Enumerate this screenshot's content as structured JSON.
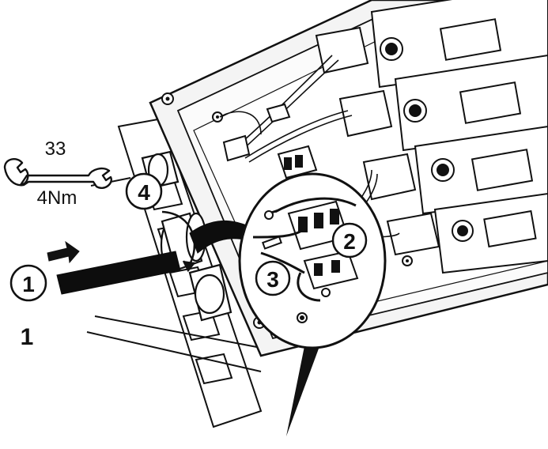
{
  "figure": {
    "label": "1",
    "wrench": {
      "size": "33",
      "torque": "4Nm"
    },
    "steps": [
      "1",
      "2",
      "3",
      "4"
    ]
  },
  "colors": {
    "ink": "#111111",
    "housing_fill": "#f4f4f4",
    "cable": "#0d0d0d",
    "background": "#ffffff"
  }
}
